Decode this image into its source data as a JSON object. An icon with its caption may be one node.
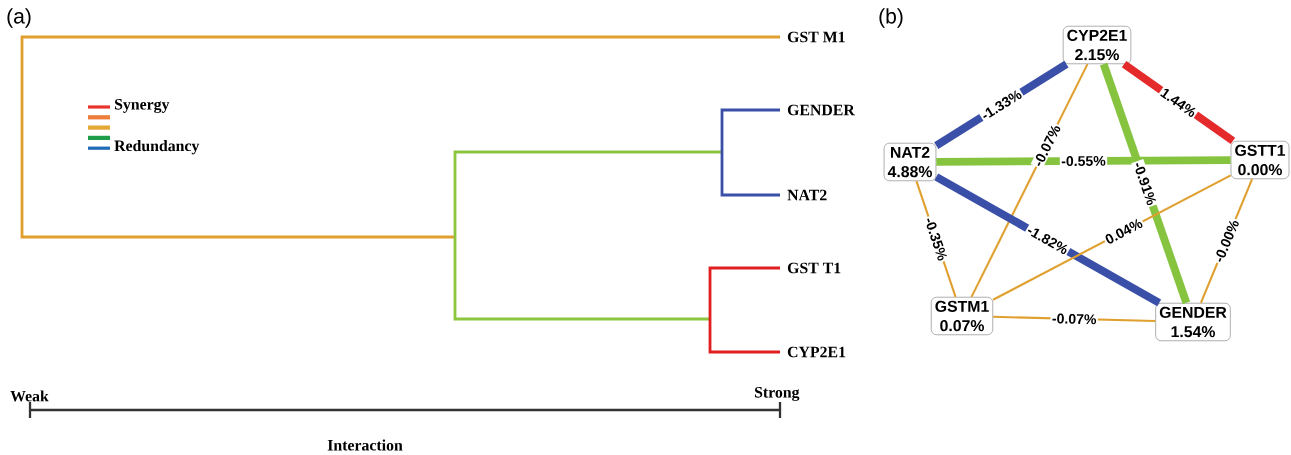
{
  "diagram": {
    "nodes": [
      {
        "text": [
          "CYP2E1",
          "2.15%"
        ]
      },
      {
        "text": [
          "NAT2",
          "4.88%"
        ]
      },
      {
        "text": [
          "GSTT1",
          "0.00%"
        ]
      },
      {
        "text": [
          "GSTM1",
          "0.07%"
        ]
      },
      {
        "text": [
          "GENDER",
          "1.54%"
        ]
      }
    ],
    "edges": [
      {
        "from": 1,
        "to": 0,
        "arrow": "none",
        "label": "-1.33%",
        "style": "thick",
        "color": "#3a4fa8"
      },
      {
        "from": 0,
        "to": 2,
        "arrow": "none",
        "label": "1.44%",
        "style": "thick",
        "color": "#e42a2a"
      },
      {
        "from": 1,
        "to": 2,
        "arrow": "none",
        "label": "-0.55%",
        "style": "thick",
        "color": "#86c440"
      },
      {
        "from": 0,
        "to": 3,
        "arrow": "none",
        "label": "-0.07%"
      },
      {
        "from": 0,
        "to": 4,
        "arrow": "none",
        "label": "-0.91%",
        "style": "thick",
        "color": "#86c440"
      },
      {
        "from": 1,
        "to": 3,
        "arrow": "none",
        "label": "-0.35%"
      },
      {
        "from": 1,
        "to": 4,
        "arrow": "none",
        "label": "-1.82%",
        "style": "thick",
        "color": "#3a4fa8"
      },
      {
        "from": 3,
        "to": 2,
        "arrow": "none",
        "label": "0.04%"
      },
      {
        "from": 2,
        "to": 4,
        "arrow": "none",
        "label": "-0.00%"
      },
      {
        "from": 3,
        "to": 4,
        "arrow": "none",
        "label": "-0.07%"
      }
    ],
    "labels": [
      "(a)",
      "GST M1",
      "GENDER",
      "NAT2",
      "GST T1",
      "CYP2E1",
      "Weak",
      "Strong",
      "Interaction",
      "(b)"
    ],
    "legend": [
      {
        "text": "Synergy",
        "color": "#e8342c"
      },
      {
        "text": "Redundancy",
        "color": "#1f6bb8"
      }
    ]
  }
}
